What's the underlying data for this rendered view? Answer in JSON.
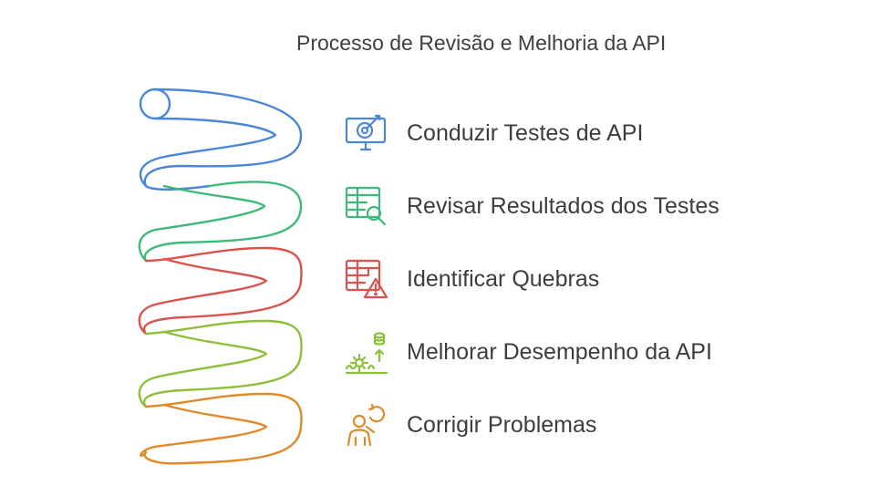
{
  "title": "Processo de Revisão e Melhoria da API",
  "steps": [
    {
      "label": "Conduzir Testes de API",
      "icon": "monitor-target-icon",
      "color": "#4a86d9"
    },
    {
      "label": "Revisar Resultados dos Testes",
      "icon": "table-search-icon",
      "color": "#3fb97a"
    },
    {
      "label": "Identificar Quebras",
      "icon": "table-warning-icon",
      "color": "#d9534f"
    },
    {
      "label": "Melhorar Desempenho da API",
      "icon": "gear-database-arrow-icon",
      "color": "#8fbf3a"
    },
    {
      "label": "Corrigir Problemas",
      "icon": "person-refresh-icon",
      "color": "#e08a2b"
    }
  ]
}
